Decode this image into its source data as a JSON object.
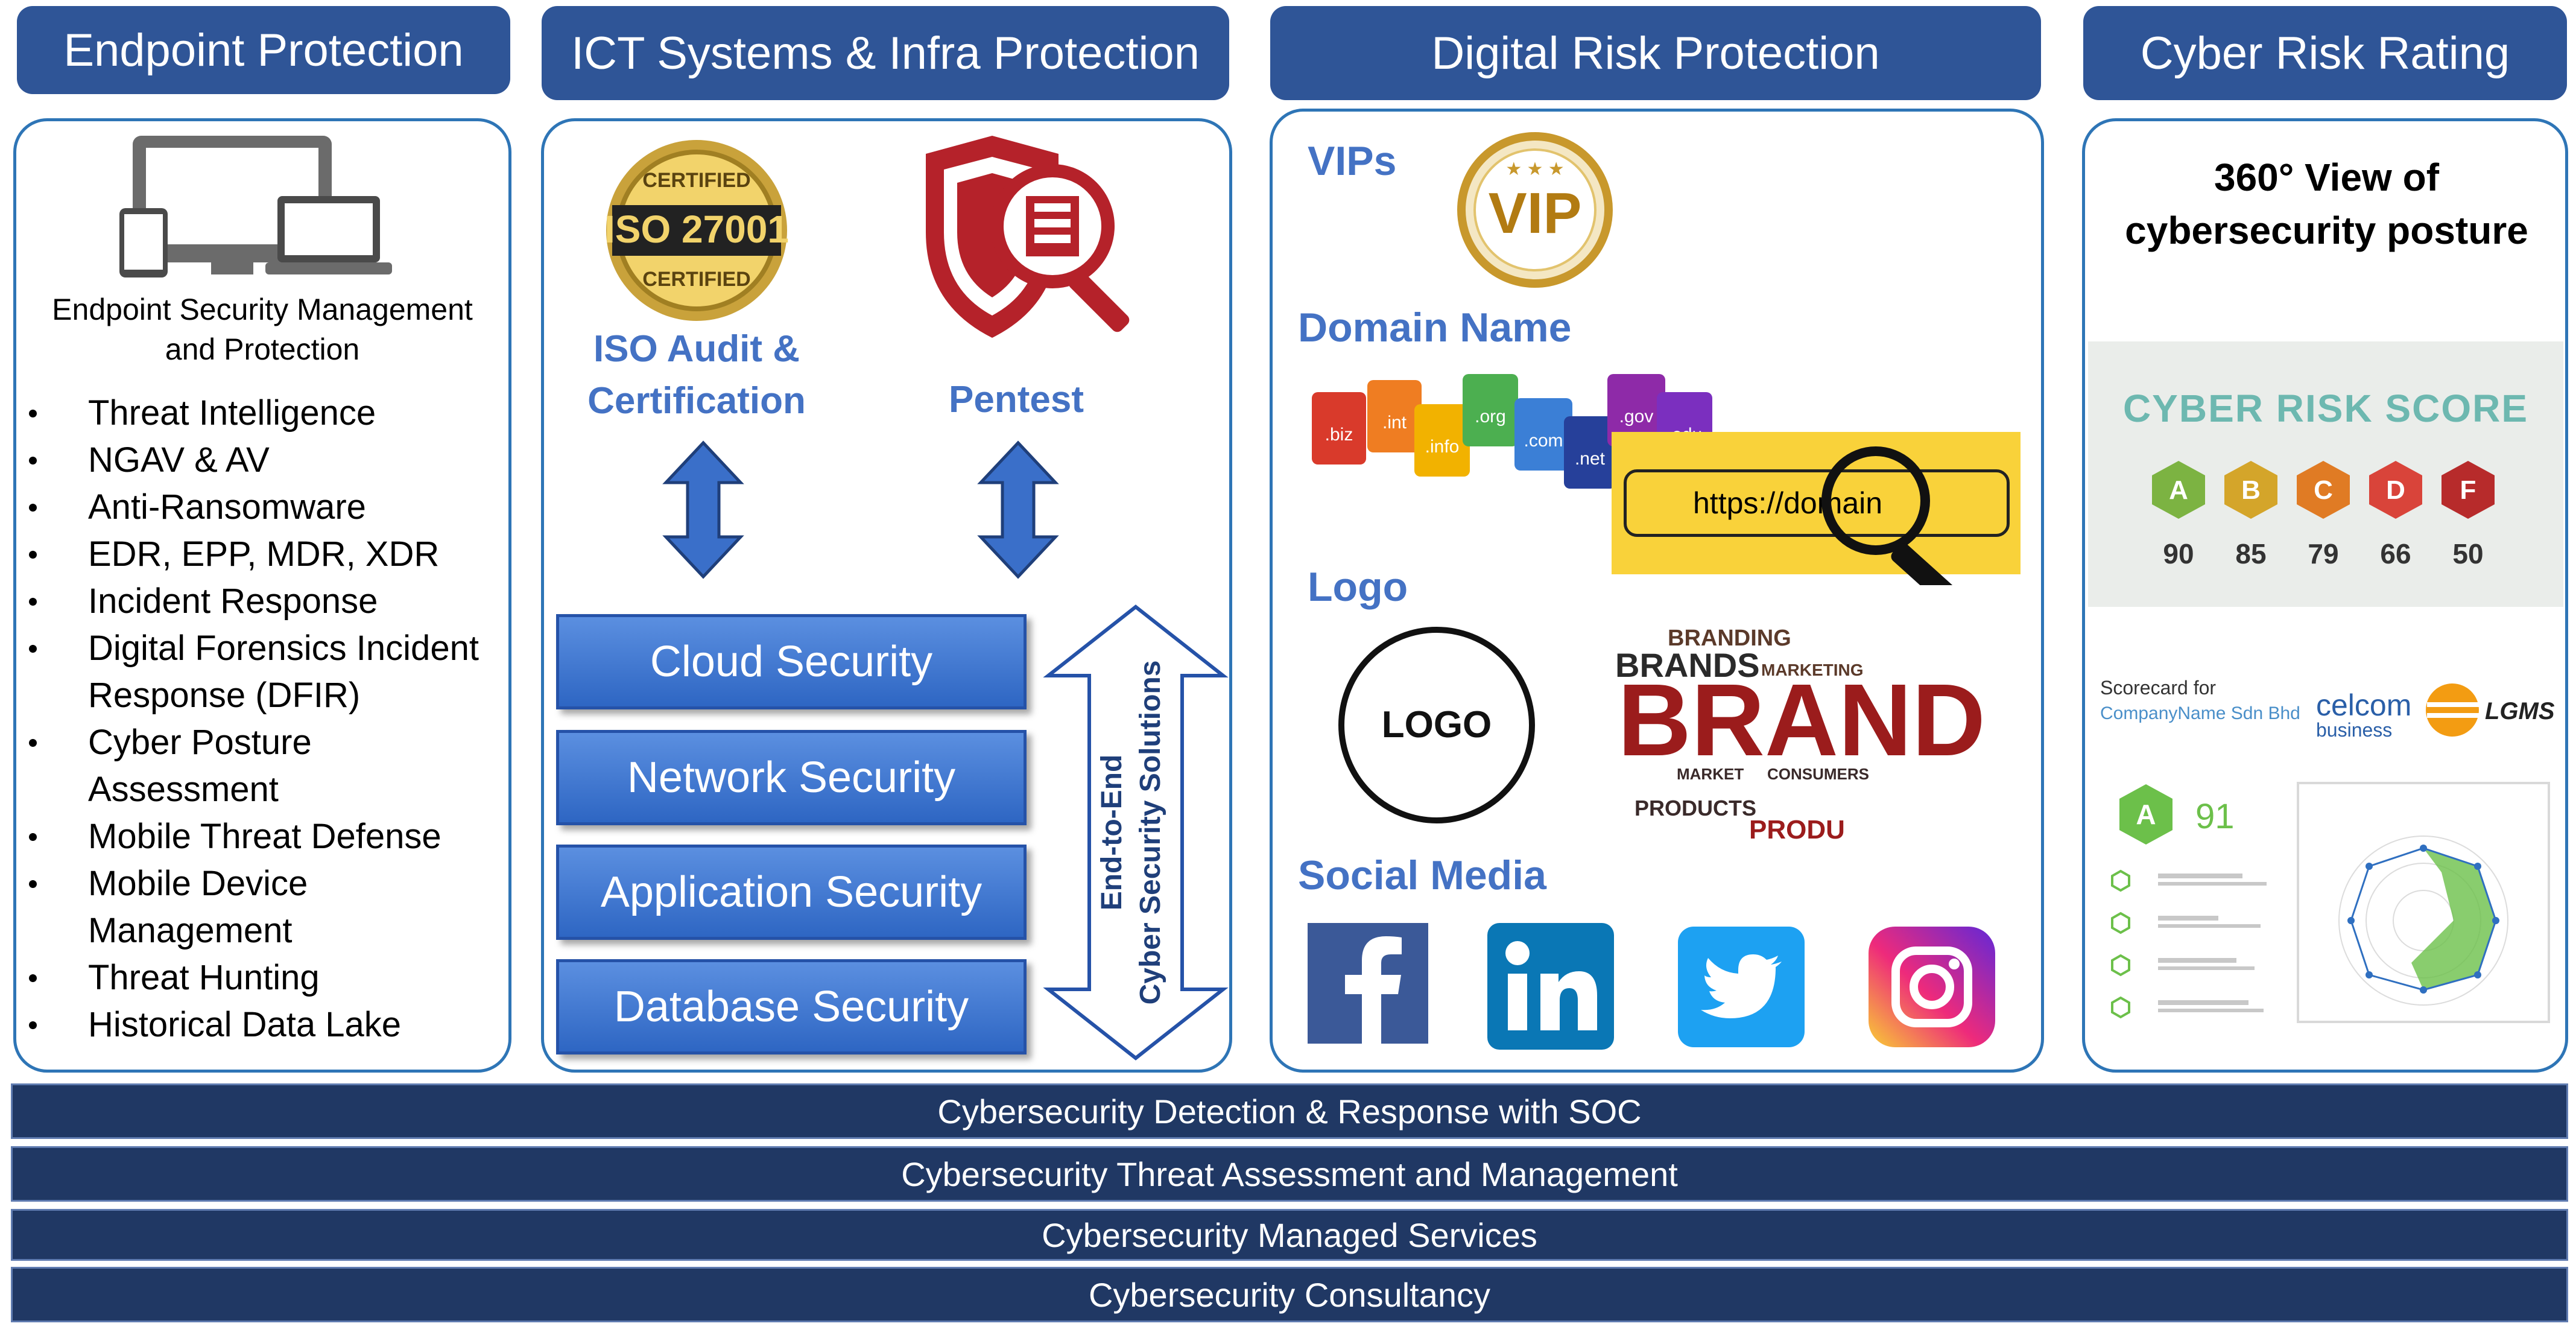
{
  "columns": {
    "endpoint": {
      "title": "Endpoint Protection",
      "caption": "Endpoint Security Management and Protection",
      "items": [
        "Threat Intelligence",
        "NGAV & AV",
        "Anti-Ransomware",
        "EDR, EPP, MDR, XDR",
        "Incident Response",
        "Digital Forensics Incident Response (DFIR)",
        "Cyber Posture Assessment",
        "Mobile Threat Defense",
        "Mobile Device Management",
        "Threat Hunting",
        "Historical Data Lake"
      ]
    },
    "ict": {
      "title": "ICT Systems & Infra Protection",
      "iso_badge": {
        "top": "CERTIFIED",
        "main": "ISO 27001",
        "bottom": "CERTIFIED"
      },
      "iso_label": "ISO Audit & Certification",
      "pentest_label": "Pentest",
      "security_layers": [
        "Cloud Security",
        "Network  Security",
        "Application Security",
        "Database Security"
      ],
      "end_to_end": [
        "End-to-End",
        "Cyber Security Solutions"
      ]
    },
    "digital_risk": {
      "title": "Digital Risk Protection",
      "vips_label": "VIPs",
      "vip_badge": "VIP",
      "domain_label": "Domain Name",
      "domain_tags": [
        ".biz",
        ".int",
        ".info",
        ".org",
        ".com",
        ".net",
        ".gov",
        ".edu"
      ],
      "domain_url": "https://domain",
      "logo_label": "Logo",
      "logo_circle": "LOGO",
      "brand_cloud": {
        "main": "BRAND",
        "words": [
          "BRANDING",
          "BRANDS",
          "MARKETING",
          "PRODUCTS",
          "CONSUMERS",
          "MARKET",
          "PRODU"
        ]
      },
      "social_label": "Social Media",
      "social_icons": [
        "facebook-icon",
        "linkedin-icon",
        "twitter-icon",
        "instagram-icon"
      ]
    },
    "rating": {
      "title": "Cyber Risk Rating",
      "posture": "360° View of cybersecurity posture",
      "score_title": "CYBER RISK SCORE",
      "grades": [
        {
          "grade": "A",
          "score": "90",
          "color": "#7cb342"
        },
        {
          "grade": "B",
          "score": "85",
          "color": "#d4a52a"
        },
        {
          "grade": "C",
          "score": "79",
          "color": "#e07b24"
        },
        {
          "grade": "D",
          "score": "66",
          "color": "#d9443a"
        },
        {
          "grade": "F",
          "score": "50",
          "color": "#b72b2b"
        }
      ],
      "scorecard": {
        "title": "Scorecard for",
        "company": "CompanyName Sdn Bhd",
        "partner1": "celcom",
        "partner1_sub": "business",
        "partner2": "LGMS",
        "grade": "A",
        "score": "91"
      }
    }
  },
  "bars": [
    "Cybersecurity Detection & Response with SOC",
    "Cybersecurity Threat Assessment and Management",
    "Cybersecurity Managed Services",
    "Cybersecurity Consultancy"
  ],
  "colors": {
    "header": "#2f5597",
    "panel_border": "#2e75b6",
    "label_blue": "#4472c4",
    "bar": "#203864"
  }
}
